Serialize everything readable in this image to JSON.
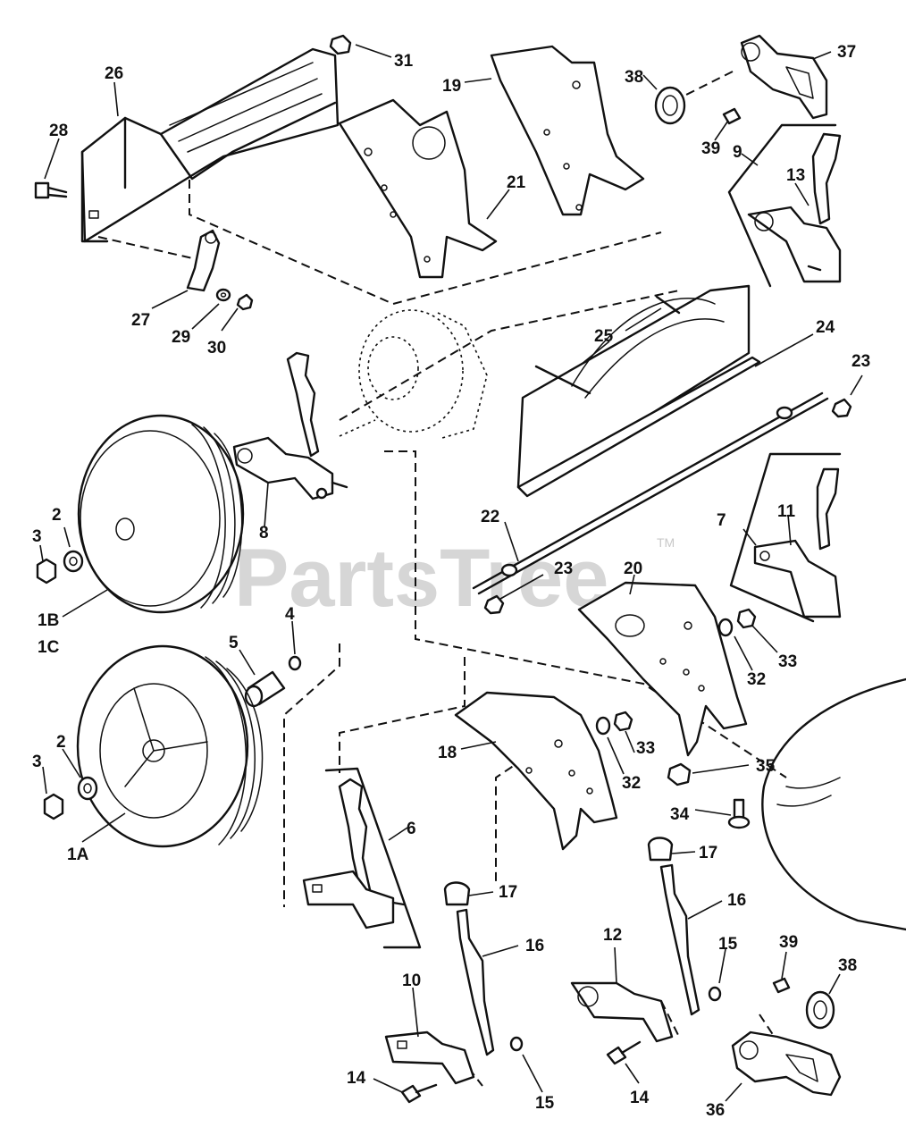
{
  "watermark": {
    "text": "PartsTree",
    "trademark": "TM"
  },
  "callouts": {
    "c1A": "1A",
    "c1B": "1B",
    "c1C": "1C",
    "c2a": "2",
    "c2b": "2",
    "c3a": "3",
    "c3b": "3",
    "c4": "4",
    "c5": "5",
    "c6": "6",
    "c7": "7",
    "c8": "8",
    "c9": "9",
    "c10": "10",
    "c11": "11",
    "c12": "12",
    "c13": "13",
    "c14a": "14",
    "c14b": "14",
    "c15a": "15",
    "c15b": "15",
    "c16a": "16",
    "c16b": "16",
    "c17a": "17",
    "c17b": "17",
    "c18": "18",
    "c19": "19",
    "c20": "20",
    "c21": "21",
    "c22": "22",
    "c23a": "23",
    "c23b": "23",
    "c24": "24",
    "c25": "25",
    "c26": "26",
    "c27": "27",
    "c28": "28",
    "c29": "29",
    "c30": "30",
    "c31": "31",
    "c32a": "32",
    "c32b": "32",
    "c33a": "33",
    "c33b": "33",
    "c34": "34",
    "c35": "35",
    "c36": "36",
    "c37": "37",
    "c38a": "38",
    "c38b": "38",
    "c39a": "39",
    "c39b": "39"
  }
}
